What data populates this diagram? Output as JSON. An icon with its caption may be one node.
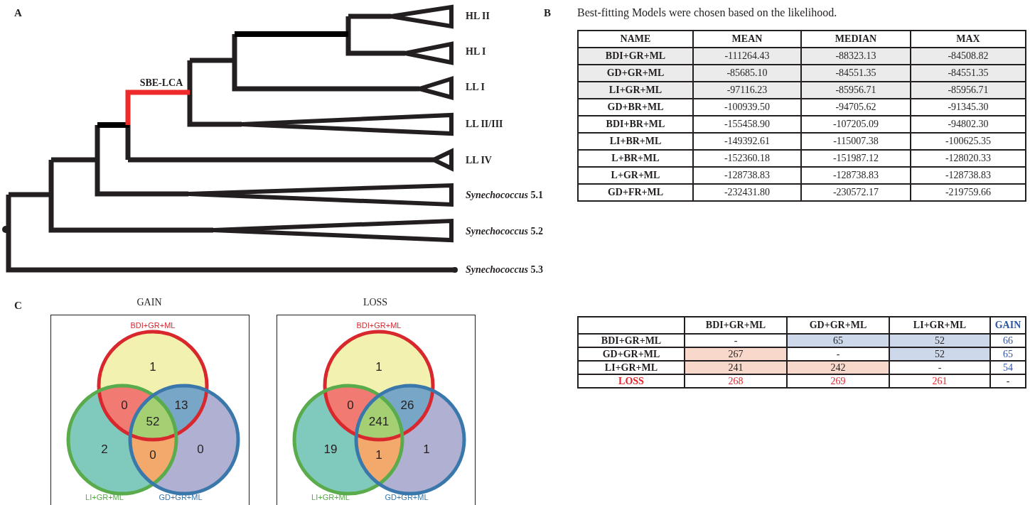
{
  "diagram": {
    "labels": [
      "A",
      "HL II",
      "HL I",
      "LL I",
      "LL II/III",
      "LL IV",
      "*Synechococcus* 5.1",
      "*Synechococcus* 5.2",
      "*Synechococcus* 5.3",
      "SBE-LCA",
      "B",
      "Best-fitting Models were chosen based on the likelihood.",
      "NAME",
      "MEAN",
      "MEDIAN",
      "MAX",
      "BDI+GR+ML",
      "-111264.43",
      "-88323.13",
      "-84508.82",
      "GD+GR+ML",
      "-85685.10",
      "-84551.35",
      "-84551.35",
      "LI+GR+ML",
      "-97116.23",
      "-85956.71",
      "-85956.71",
      "GD+BR+ML",
      "-100939.50",
      "-94705.62",
      "-91345.30",
      "BDI+BR+ML",
      "-155458.90",
      "-107205.09",
      "-94802.30",
      "LI+BR+ML",
      "-149392.61",
      "-115007.38",
      "-100625.35",
      "L+BR+ML",
      "-152360.18",
      "-151987.12",
      "-128020.33",
      "L+GR+ML",
      "-128738.83",
      "-128738.83",
      "-128738.83",
      "GD+FR+ML",
      "-232431.80",
      "-230572.17",
      "-219759.66",
      "C",
      "GAIN",
      "LOSS",
      "BDI+GR+ML",
      "1",
      "0",
      "13",
      "52",
      "2",
      "0",
      "0",
      "LI+GR+ML",
      "GD+GR+ML",
      "BDI+GR+ML",
      "1",
      "0",
      "26",
      "241",
      "19",
      "1",
      "1",
      "LI+GR+ML",
      "GD+GR+ML",
      "BDI+GR+ML",
      "GD+GR+ML",
      "LI+GR+ML",
      "GAIN",
      "BDI+GR+ML",
      "-",
      "65",
      "52",
      "66",
      "GD+GR+ML",
      "267",
      "-",
      "52",
      "65",
      "LI+GR+ML",
      "241",
      "242",
      "-",
      "54",
      "LOSS",
      "268",
      "269",
      "261",
      "-"
    ]
  }
}
